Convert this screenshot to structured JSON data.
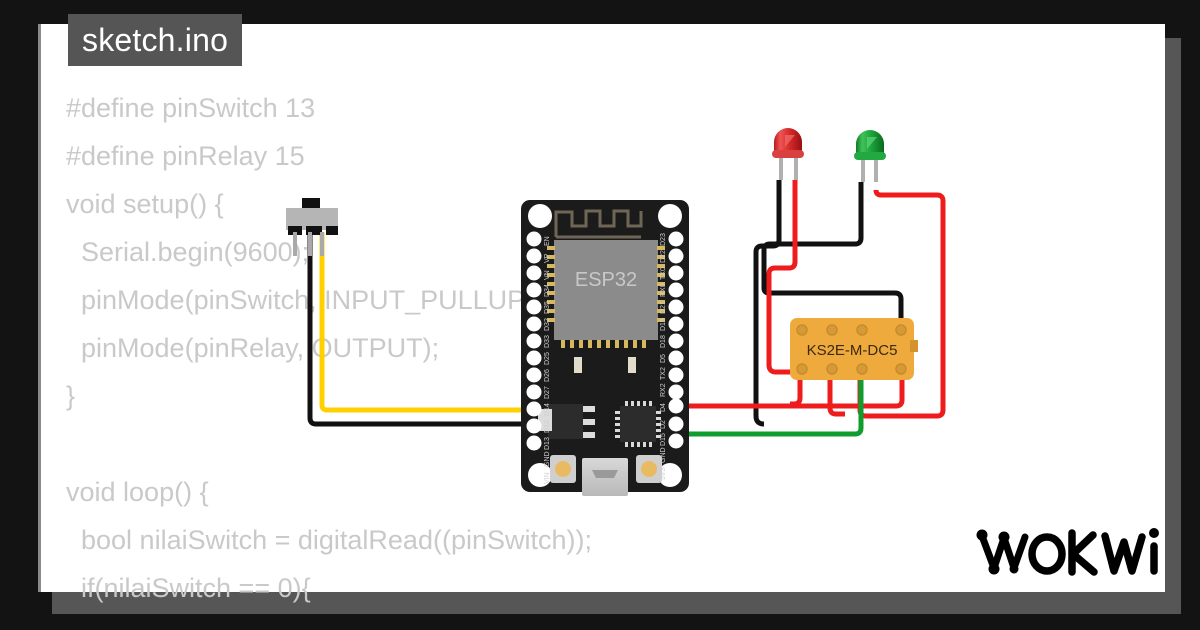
{
  "window": {
    "background_color": "#131313",
    "canvas_color": "#ffffff",
    "shadow_color": "#565656"
  },
  "file_tab": {
    "label": "sketch.ino",
    "background_color": "#555555",
    "text_color": "#ffffff"
  },
  "code": {
    "text_color": "#c9c9c9",
    "lines": [
      "#define pinSwitch 13",
      "#define pinRelay 15",
      "void setup() {",
      "  Serial.begin(9600);",
      "  pinMode(pinSwitch, INPUT_PULLUP);",
      "  pinMode(pinRelay, OUTPUT);",
      "}",
      "",
      "void loop() {",
      "  bool nilaiSwitch = digitalRead((pinSwitch));",
      "  if(nilaiSwitch == 0){"
    ]
  },
  "components": {
    "board": {
      "name": "ESP32 DevKit",
      "silk_label": "ESP32",
      "body_color": "#1b1b1b",
      "shield_color": "#8b8b8b",
      "pins_left": [
        "EN",
        "VP",
        "VN",
        "D34",
        "D35",
        "D32",
        "D33",
        "D25",
        "D26",
        "D27",
        "D14",
        "D12",
        "D13",
        "GND",
        "VIN"
      ],
      "pins_right": [
        "D23",
        "D22",
        "TX0",
        "RX0",
        "D21",
        "D19",
        "D18",
        "D5",
        "TX2",
        "RX2",
        "D4",
        "D2",
        "D15",
        "GND",
        "3V3"
      ]
    },
    "relay": {
      "label": "KS2E-M-DC5",
      "body_color": "#eeaa3c",
      "text_color": "#3a2a10"
    },
    "led_red": {
      "name": "red-led",
      "color": "#e03b3b"
    },
    "led_green": {
      "name": "green-led",
      "color": "#1ea03c"
    },
    "switch": {
      "name": "slide-switch",
      "body_color": "#b5b5b5"
    }
  },
  "wires": {
    "yellow": "#ffd000",
    "black": "#111111",
    "red": "#ee1c1c",
    "green": "#0f9e2e"
  },
  "logo": {
    "text": "WOKWI",
    "color": "#000000"
  }
}
